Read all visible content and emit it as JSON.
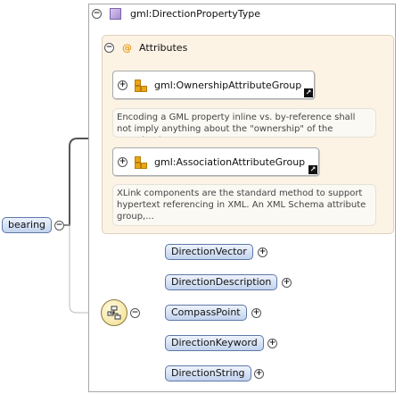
{
  "root_element": {
    "label": "bearing"
  },
  "type": {
    "title": "gml:DirectionPropertyType"
  },
  "attributes": {
    "symbol": "@",
    "title": "Attributes",
    "groups": [
      {
        "label": "gml:OwnershipAttributeGroup",
        "documentation": "Encoding a GML property inline vs. by-reference shall not imply anything about the \"ownership\" of the contained or..."
      },
      {
        "label": "gml:AssociationAttributeGroup",
        "documentation": "XLink components are the standard method to support hypertext referencing in XML. An XML Schema attribute group,..."
      }
    ]
  },
  "sequence": {
    "elements": [
      {
        "label": "DirectionVector"
      },
      {
        "label": "DirectionDescription"
      },
      {
        "label": "CompassPoint"
      },
      {
        "label": "DirectionKeyword"
      },
      {
        "label": "DirectionString"
      }
    ]
  },
  "icons": {
    "collapse": "minus-toggle-icon",
    "expand": "plus-toggle-icon",
    "complex_type": "complex-type-icon",
    "attribute_group": "attribute-group-icon",
    "reference": "reference-link-icon",
    "sequence": "sequence-compositor-icon"
  },
  "colors": {
    "element_fill": "#c2d3ee",
    "element_border": "#5d78a8",
    "attributes_fill": "#fcf3e5",
    "attribute_group_icon": "#e8a617",
    "compositor_fill": "#f1dc8c"
  }
}
